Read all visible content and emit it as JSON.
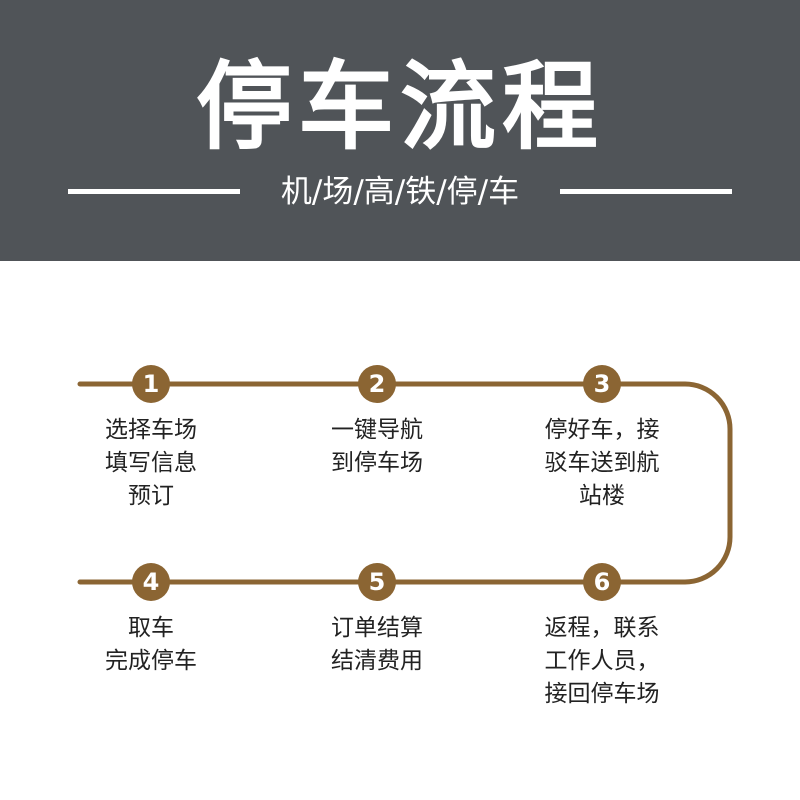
{
  "header": {
    "title": "停车流程",
    "subtitle": "机/场/高/铁/停/车"
  },
  "colors": {
    "header_bg": "#505458",
    "flow_accent": "#8B6533",
    "text": "#222222"
  },
  "steps": [
    {
      "number": "1",
      "label": "选择车场\n填写信息\n预订"
    },
    {
      "number": "2",
      "label": "一键导航\n到停车场"
    },
    {
      "number": "3",
      "label": "停好车，接\n驳车送到航\n站楼"
    },
    {
      "number": "4",
      "label": "取车\n完成停车"
    },
    {
      "number": "5",
      "label": "订单结算\n结清费用"
    },
    {
      "number": "6",
      "label": "返程，联系\n工作人员，\n接回停车场"
    }
  ]
}
